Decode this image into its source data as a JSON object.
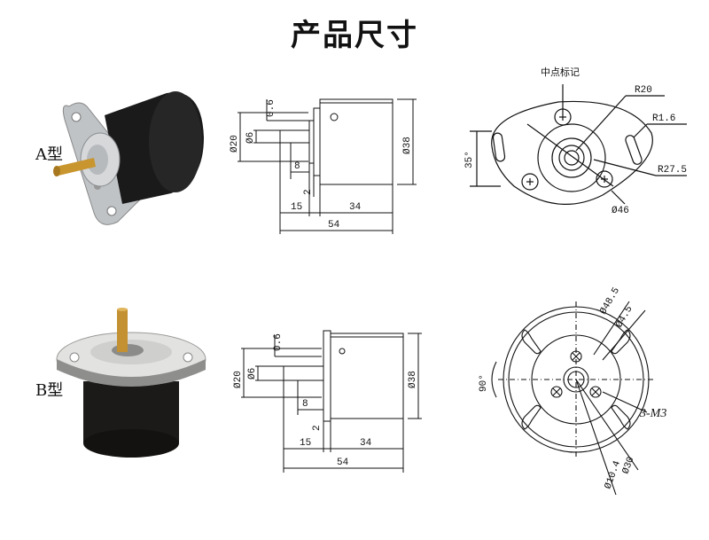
{
  "title": "产品尺寸",
  "type_a": {
    "label": "A型",
    "side_view": {
      "dims": {
        "flange_thickness": "0.6",
        "flange_dia": "Ø20",
        "shaft_dia": "Ø6",
        "shaft_flat": "8",
        "gap": "2",
        "shaft_length": "15",
        "body_length": "34",
        "body_dia": "Ø38",
        "total_length": "54"
      }
    },
    "front_view": {
      "labels": {
        "center_mark": "中点标记",
        "r20": "R20",
        "r16": "R1.6",
        "angle": "35°",
        "r275": "R27.5",
        "dia46": "Ø46"
      }
    }
  },
  "type_b": {
    "label": "B型",
    "side_view": {
      "dims": {
        "flange_thickness": "0.6",
        "flange_dia": "Ø20",
        "shaft_dia": "Ø6",
        "shaft_flat": "8",
        "gap": "2",
        "shaft_length": "15",
        "body_length": "34",
        "body_dia": "Ø38",
        "total_length": "54"
      }
    },
    "front_view": {
      "labels": {
        "dia485": "Ø48.5",
        "dia45": "Ø4.5",
        "angle": "90°",
        "screws": "3-M3",
        "dia30": "Ø30",
        "dia104": "Ø10.4"
      }
    }
  },
  "colors": {
    "body": "#161616",
    "metal": "#c9ccce",
    "brass": "#b8862e",
    "line": "#111111"
  }
}
